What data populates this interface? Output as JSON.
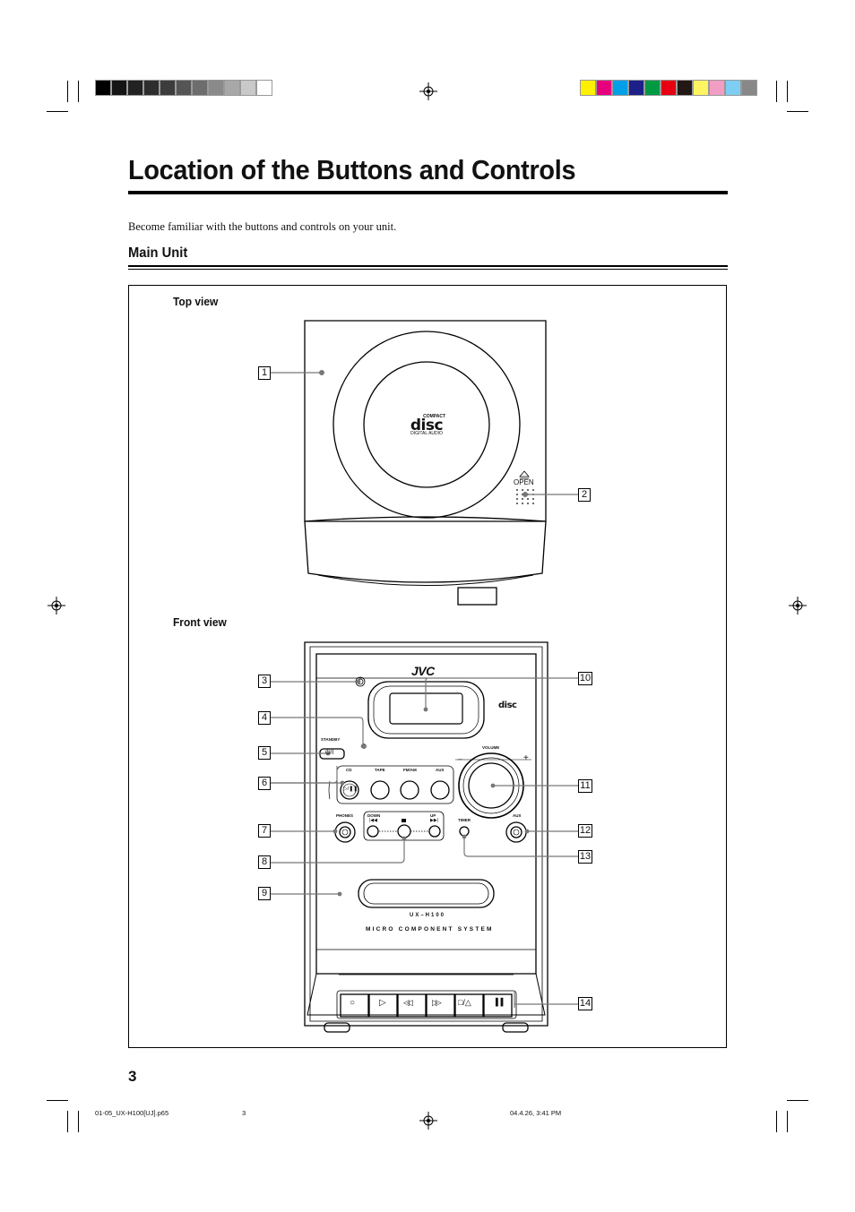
{
  "title": "Location of the Buttons and Controls",
  "intro": "Become familiar with the buttons and controls on your unit.",
  "section": "Main Unit",
  "views": {
    "top": "Top view",
    "front": "Front view"
  },
  "top_unit": {
    "disc_logo_top": "COMPACT",
    "disc_logo_mid": "disc",
    "disc_logo_bottom": "DIGITAL AUDIO",
    "open_label": "OPEN"
  },
  "front_unit": {
    "brand": "JVC",
    "standby": "STANDBY",
    "volume": "VOLUME",
    "minus": "–",
    "plus": "+",
    "source_buttons": [
      "CD",
      "TAPE",
      "FM/AM",
      "AUX"
    ],
    "phones": "PHONES",
    "down": "DOWN",
    "up": "UP",
    "timer": "TIMER",
    "aux_jack": "AUX",
    "model": "UX–H100",
    "system_name": "MICRO COMPONENT SYSTEM",
    "deck_symbols": [
      "○",
      "▷",
      "◁◁",
      "▷▷",
      "□/△",
      "▐▐"
    ]
  },
  "callouts": [
    "1",
    "2",
    "3",
    "4",
    "5",
    "6",
    "7",
    "8",
    "9",
    "10",
    "11",
    "12",
    "13",
    "14"
  ],
  "page_number": "3",
  "footer": {
    "file": "01-05_UX-H100[UJ].p65",
    "page": "3",
    "date": "04.4.26, 3:41 PM"
  },
  "colors": {
    "gray_bar": [
      "#000000",
      "#141414",
      "#222222",
      "#2e2e2e",
      "#3c3c3c",
      "#555555",
      "#6d6d6d",
      "#8a8a8a",
      "#a8a8a8",
      "#c9c9c9",
      "#ffffff"
    ],
    "color_bar": [
      "#ffef00",
      "#e6007e",
      "#00a0e9",
      "#1d2088",
      "#009944",
      "#e60012",
      "#231815",
      "#fff462",
      "#f29ec2",
      "#7ecef4",
      "#888888"
    ]
  }
}
